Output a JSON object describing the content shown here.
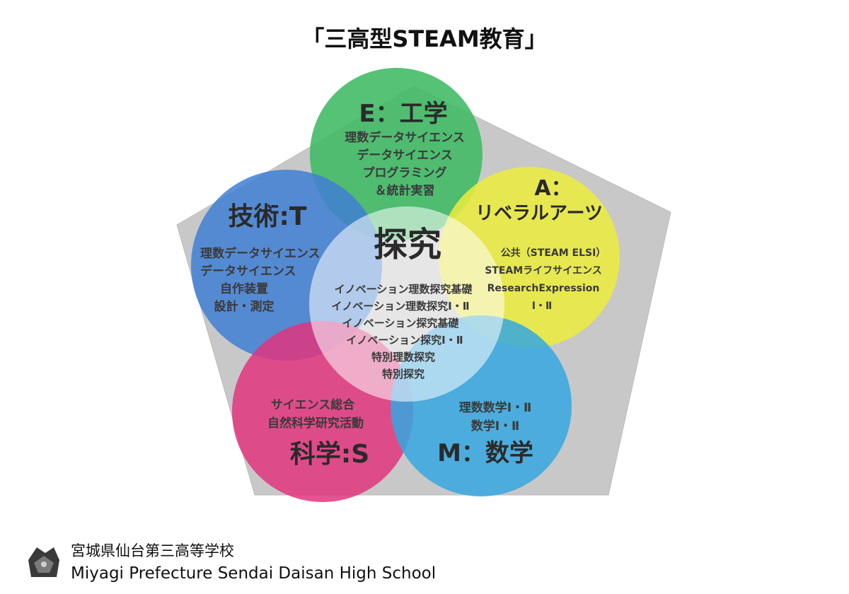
{
  "title": "「三高型STEAM教育」",
  "circles": {
    "engineering": {
      "heading": "E：工学",
      "items": [
        "理数データサイエンス",
        "データサイエンス",
        "プログラミング",
        "＆統計実習"
      ],
      "color": "#3dba63"
    },
    "technology": {
      "heading": "技術:T",
      "items": [
        "理数データサイエンス",
        "データサイエンス",
        "自作装置",
        "設計・測定"
      ],
      "color": "#3f7fd3"
    },
    "arts": {
      "heading_a": "A：",
      "heading_b": "リベラルアーツ",
      "items": [
        "公共（STEAM ELSI）",
        "STEAMライフサイエンス",
        "ResearchExpression",
        "Ⅰ・Ⅱ"
      ],
      "color": "#ecec3c"
    },
    "science": {
      "heading": "科学:S",
      "items": [
        "サイエンス総合",
        "自然科学研究活動"
      ],
      "color": "#e2357e"
    },
    "mathematics": {
      "heading": "M：数学",
      "items": [
        "理数数学Ⅰ・Ⅱ",
        "数学Ⅰ・Ⅱ"
      ],
      "color": "#35a7e0"
    }
  },
  "core": {
    "heading": "探究",
    "items": [
      "イノベーション理数探究基礎",
      "イノベーション理数探究Ⅰ・Ⅱ",
      "イノベーション探究基礎",
      "イノベーション探究Ⅰ・Ⅱ",
      "特別理数探究",
      "特別探究"
    ],
    "color": "#ffffff"
  },
  "pentagon_color": "#c8c8c8",
  "footer": {
    "school_ja": "宮城県仙台第三高等学校",
    "school_en": "Miyagi Prefecture Sendai Daisan High School"
  }
}
